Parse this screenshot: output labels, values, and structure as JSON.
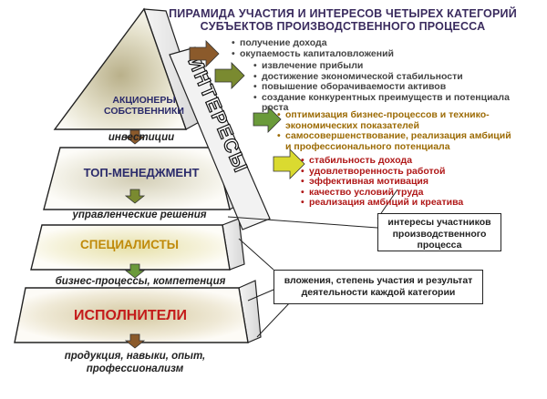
{
  "title": "ПИРАМИДА УЧАСТИЯ И ИНТЕРЕСОВ ЧЕТЫРЕХ КАТЕГОРИЙ СУБЪЕКТОВ ПРОИЗВОДСТВЕННОГО ПРОЦЕССА",
  "tiers": {
    "shareholders": "АКЦИОНЕРЫ СОБСТВЕННИКИ",
    "top_management": "ТОП-МЕНЕДЖМЕНТ",
    "specialists": "СПЕЦИАЛИСТЫ",
    "executors": "ИСПОЛНИТЕЛИ"
  },
  "between_labels": {
    "investments": "инвестиции",
    "management_decisions": "управленческие решения",
    "business_processes": "бизнес-процессы, компетенция",
    "products": "продукция, навыки, опыт, профессионализм"
  },
  "interests_side_label": "ИНТЕРЕСЫ",
  "interests": {
    "shareholders": [
      "получение дохода",
      "окупаемость капиталовложений"
    ],
    "top_management": [
      "извлечение прибыли",
      "достижение экономической стабильности",
      "повышение оборачиваемости активов",
      "создание конкурентных преимуществ и потенциала роста"
    ],
    "specialists": [
      "оптимизация бизнес-процессов и технико-экономических показателей",
      "самосовершенствование,  реализация амбиций и профессионального потенциала"
    ],
    "executors": [
      "стабильность дохода",
      "удовлетворенность работой",
      "эффективная мотивация",
      "качество условий труда",
      "реализация амбиций и креатива"
    ]
  },
  "callouts": {
    "interests_box": "интересы участников производственного процесса",
    "contribution_box": "вложения, степень участия и результат деятельности каждой категории"
  },
  "colors": {
    "title": "#3a2b5e",
    "tier_top": "#2b2b6b",
    "tier_specialists": "#c08a0a",
    "tier_executors": "#c41b1b",
    "interests_grey": "#444444",
    "interests_gold": "#9c6b05",
    "interests_red": "#b01818",
    "arrow_brown": "#8b5a2b",
    "arrow_olive": "#7a8a30",
    "arrow_green": "#6a9a3a",
    "arrow_yellow": "#dada30"
  }
}
